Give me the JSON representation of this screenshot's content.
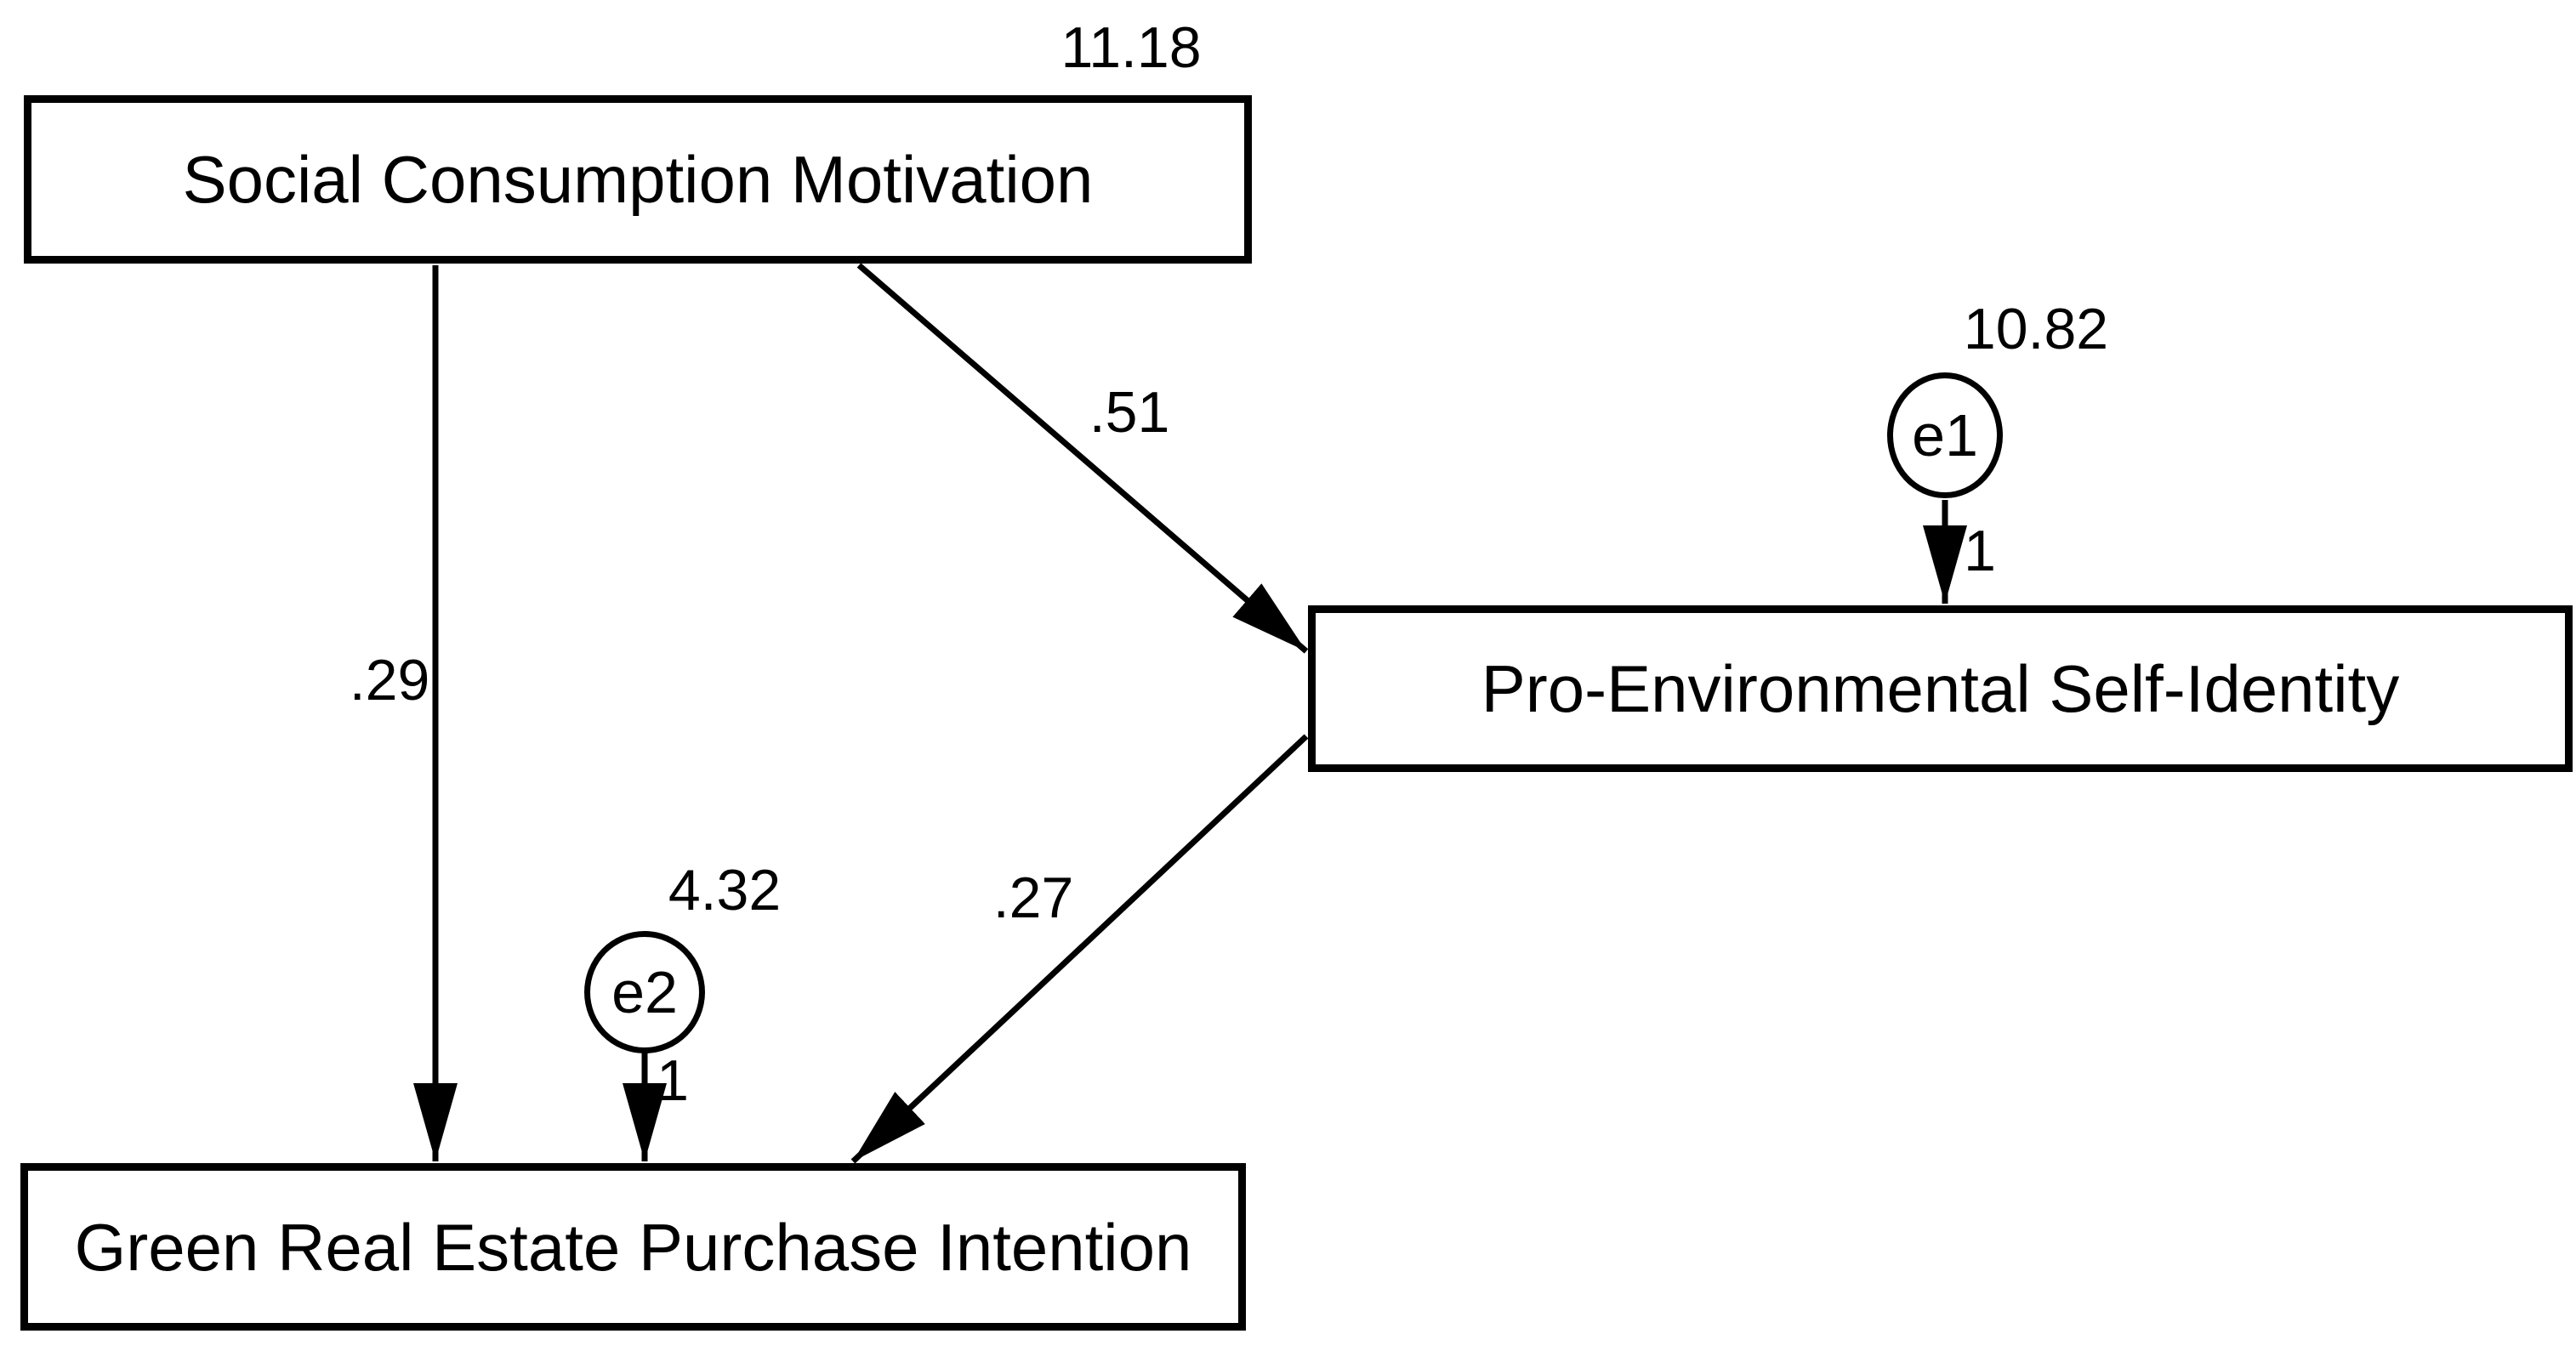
{
  "diagram": {
    "type": "sem-path-diagram",
    "background_color": "#ffffff",
    "line_color": "#000000",
    "nodes": {
      "scm": {
        "label": "Social Consumption Motivation",
        "variance": "11.18"
      },
      "pes": {
        "label": "Pro-Environmental Self-Identity"
      },
      "gre": {
        "label": "Green Real Estate Purchase Intention"
      }
    },
    "errors": {
      "e1": {
        "label": "e1",
        "variance": "10.82",
        "loading": "1",
        "attached_to": "Pro-Environmental Self-Identity"
      },
      "e2": {
        "label": "e2",
        "variance": "4.32",
        "loading": "1",
        "attached_to": "Green Real Estate Purchase Intention"
      }
    },
    "paths": {
      "scm_to_gre": {
        "from": "Social Consumption Motivation",
        "to": "Green Real Estate Purchase Intention",
        "coef": ".29"
      },
      "scm_to_pes": {
        "from": "Social Consumption Motivation",
        "to": "Pro-Environmental Self-Identity",
        "coef": ".51"
      },
      "pes_to_gre": {
        "from": "Pro-Environmental Self-Identity",
        "to": "Green Real Estate Purchase Intention",
        "coef": ".27"
      }
    }
  }
}
